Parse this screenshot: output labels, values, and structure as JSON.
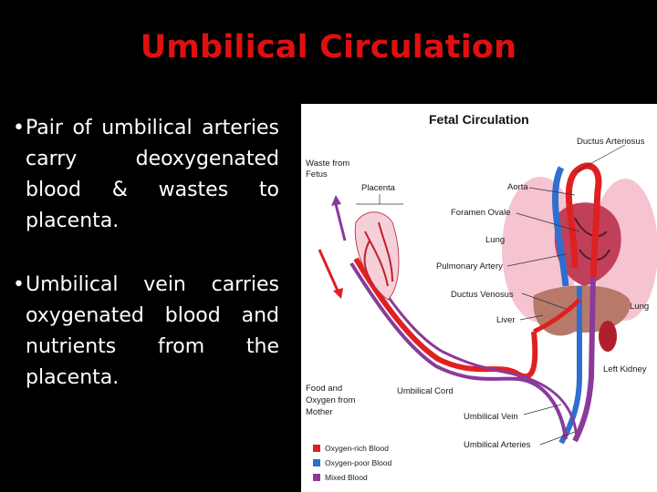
{
  "slide": {
    "title": "Umbilical Circulation",
    "bullets": [
      {
        "marker": "•",
        "text": "Pair of umbilical arteries carry deoxygenated blood & wastes to placenta."
      },
      {
        "marker": "•",
        "text": "Umbilical vein carries oxygenated blood and nutrients from the placenta."
      }
    ]
  },
  "figure": {
    "title": "Fetal Circulation",
    "labels": {
      "ductus_arteriosus": "Ductus Arteriosus",
      "waste_line1": "Waste from",
      "waste_line2": "Fetus",
      "placenta": "Placenta",
      "aorta": "Aorta",
      "foramen_ovale": "Foramen Ovale",
      "lung_left": "Lung",
      "pulmonary_artery": "Pulmonary Artery",
      "ductus_venosus": "Ductus Venosus",
      "lung_right": "Lung",
      "liver": "Liver",
      "left_kidney": "Left Kidney",
      "food_line1": "Food and",
      "food_line2": "Oxygen from",
      "food_line3": "Mother",
      "umbilical_cord": "Umbilical Cord",
      "umbilical_vein": "Umbilical Vein",
      "umbilical_arteries": "Umbilical Arteries"
    },
    "legend": [
      {
        "label": "Oxygen-rich Blood",
        "color": "#e02020"
      },
      {
        "label": "Oxygen-poor Blood",
        "color": "#2f6fd0"
      },
      {
        "label": "Mixed Blood",
        "color": "#8a3a9c"
      }
    ]
  },
  "colors": {
    "background": "#000000",
    "title": "#e01010",
    "body_text": "#ffffff",
    "oxygen_rich": "#e02020",
    "oxygen_poor": "#2f6fd0",
    "mixed": "#8a3a9c"
  }
}
